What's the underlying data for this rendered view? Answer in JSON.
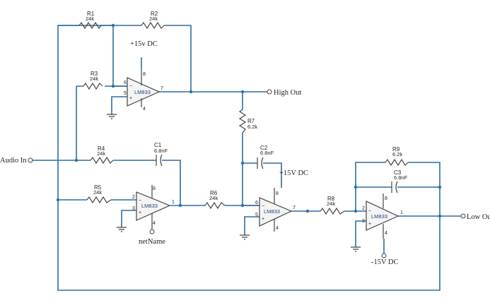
{
  "colors": {
    "wire": "#2e6da4",
    "component": "#444444",
    "chip_label": "#1f3f7a"
  },
  "resistors": [
    {
      "ref": "R1",
      "value": "24k"
    },
    {
      "ref": "R2",
      "value": "24k"
    },
    {
      "ref": "R3",
      "value": "24k"
    },
    {
      "ref": "R4",
      "value": "24k"
    },
    {
      "ref": "R5",
      "value": "24k"
    },
    {
      "ref": "R6",
      "value": "24k"
    },
    {
      "ref": "R7",
      "value": "6.2k"
    },
    {
      "ref": "R8",
      "value": "24k"
    },
    {
      "ref": "R9",
      "value": "6.2k"
    }
  ],
  "capacitors": [
    {
      "ref": "C1",
      "value": "6.8nF"
    },
    {
      "ref": "C2",
      "value": "6.8nF"
    },
    {
      "ref": "C3",
      "value": "6.8nF"
    }
  ],
  "opamps": [
    {
      "part": "LM833",
      "pins": {
        "inv": "6",
        "noninv": "5",
        "out": "7",
        "vpos": "8",
        "vneg": "4"
      }
    },
    {
      "part": "LM833",
      "pins": {
        "inv": "2",
        "noninv": "3",
        "out": "1",
        "vpos": "8",
        "vneg": "4"
      }
    },
    {
      "part": "LM833",
      "pins": {
        "inv": "6",
        "noninv": "5",
        "out": "7",
        "vpos": "8",
        "vneg": "4"
      }
    },
    {
      "part": "LM833",
      "pins": {
        "inv": "2",
        "noninv": "3",
        "out": "1",
        "vpos": "8",
        "vneg": "4"
      }
    }
  ],
  "nets": {
    "audio_in": "Audio In",
    "high_out": "High Out",
    "low_out": "Low Out",
    "vpos_1": "+15v DC",
    "vpos_2": "+15V DC",
    "vneg": "-15V DC",
    "net_name": "netName"
  }
}
